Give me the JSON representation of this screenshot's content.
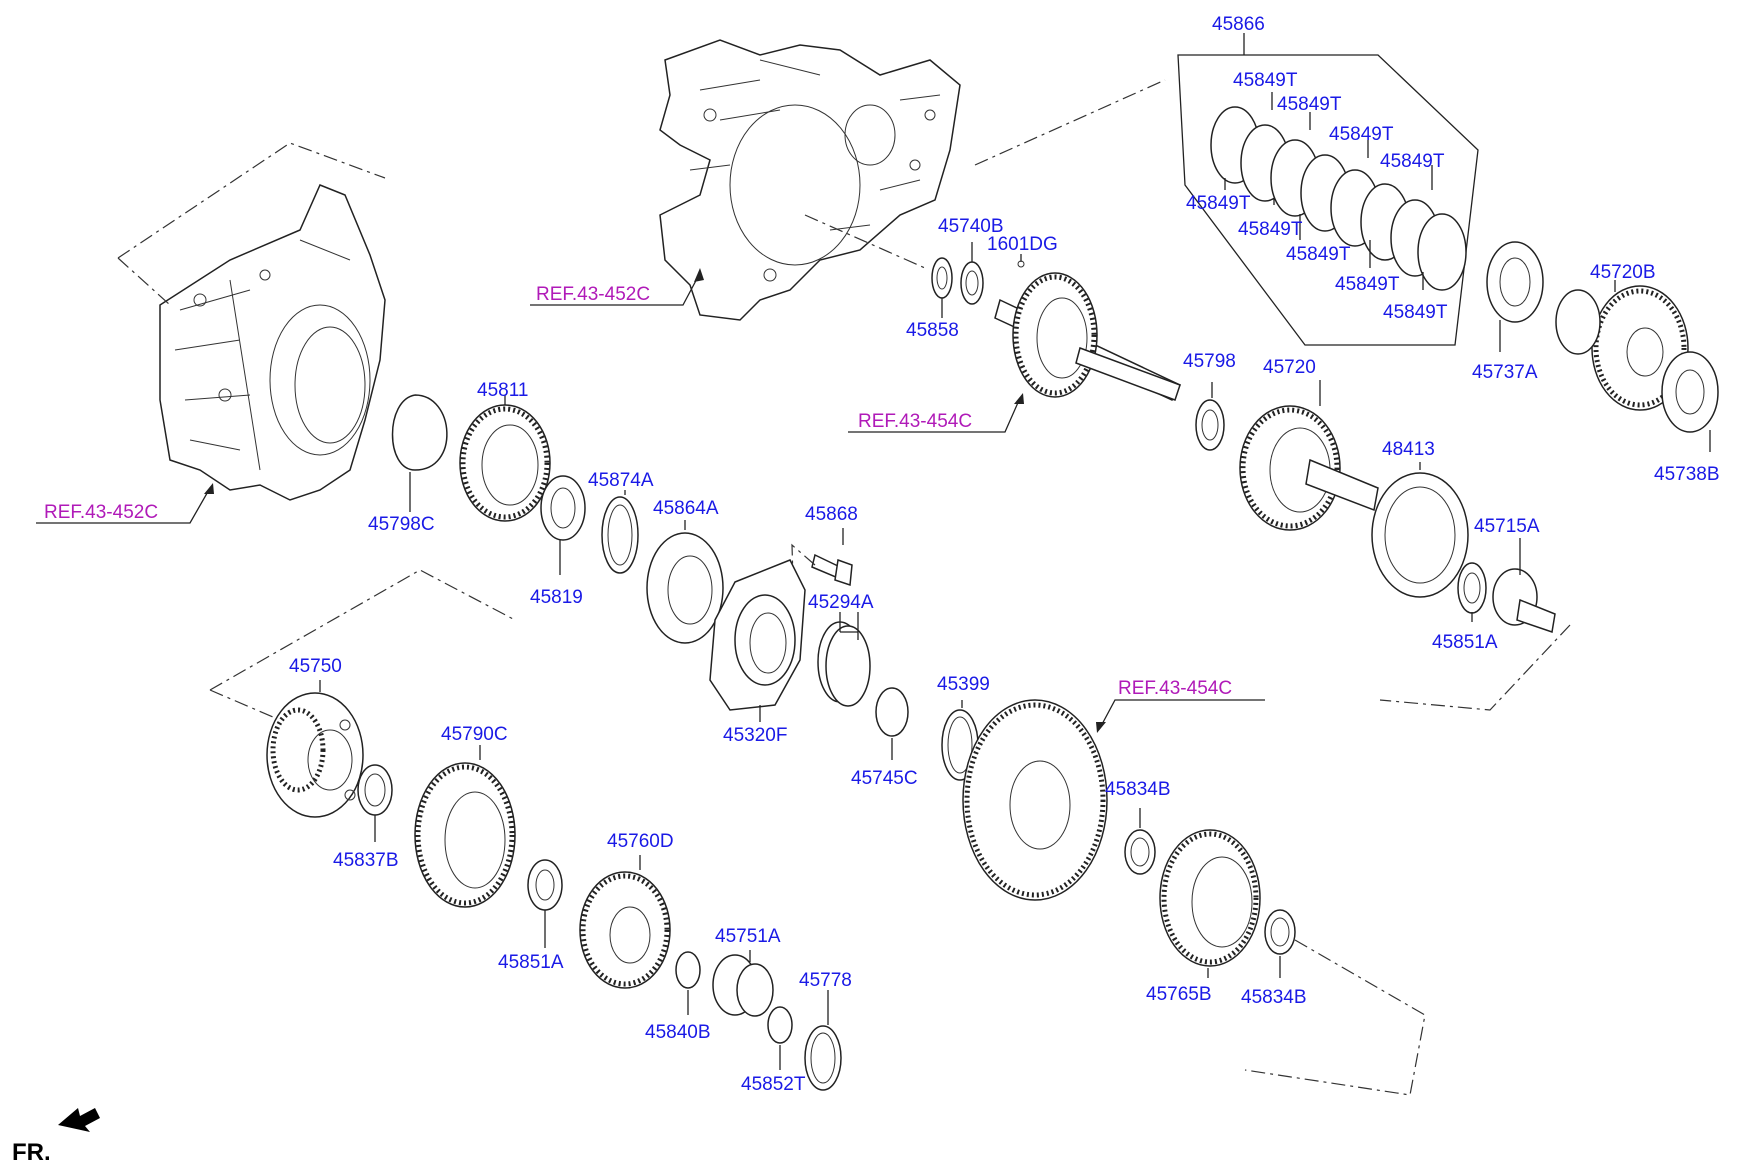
{
  "diagram": {
    "colors": {
      "part_label": "#1a1ae6",
      "ref_label": "#b01ab8",
      "line": "#222222"
    },
    "front_marker": {
      "label": "FR."
    },
    "refs": [
      {
        "id": "ref-452c-top",
        "label": "REF.43-452C"
      },
      {
        "id": "ref-454c-shaft",
        "label": "REF.43-454C"
      },
      {
        "id": "ref-452c-left",
        "label": "REF.43-452C"
      },
      {
        "id": "ref-454c-gear",
        "label": "REF.43-454C"
      }
    ],
    "parts": [
      {
        "id": "p45866",
        "label": "45866"
      },
      {
        "id": "p45849t-1",
        "label": "45849T"
      },
      {
        "id": "p45849t-2",
        "label": "45849T"
      },
      {
        "id": "p45849t-3",
        "label": "45849T"
      },
      {
        "id": "p45849t-4",
        "label": "45849T"
      },
      {
        "id": "p45849t-5",
        "label": "45849T"
      },
      {
        "id": "p45849t-6",
        "label": "45849T"
      },
      {
        "id": "p45849t-7",
        "label": "45849T"
      },
      {
        "id": "p45849t-8",
        "label": "45849T"
      },
      {
        "id": "p45849t-9",
        "label": "45849T"
      },
      {
        "id": "p45740b",
        "label": "45740B"
      },
      {
        "id": "p1601dg",
        "label": "1601DG"
      },
      {
        "id": "p45858",
        "label": "45858"
      },
      {
        "id": "p45720b",
        "label": "45720B"
      },
      {
        "id": "p45737a",
        "label": "45737A"
      },
      {
        "id": "p45738b",
        "label": "45738B"
      },
      {
        "id": "p45798",
        "label": "45798"
      },
      {
        "id": "p45720",
        "label": "45720"
      },
      {
        "id": "p48413",
        "label": "48413"
      },
      {
        "id": "p45715a",
        "label": "45715A"
      },
      {
        "id": "p45851a-1",
        "label": "45851A"
      },
      {
        "id": "p45811",
        "label": "45811"
      },
      {
        "id": "p45798c",
        "label": "45798C"
      },
      {
        "id": "p45874a",
        "label": "45874A"
      },
      {
        "id": "p45819",
        "label": "45819"
      },
      {
        "id": "p45864a",
        "label": "45864A"
      },
      {
        "id": "p45868",
        "label": "45868"
      },
      {
        "id": "p45294a",
        "label": "45294A"
      },
      {
        "id": "p45320f",
        "label": "45320F"
      },
      {
        "id": "p45399",
        "label": "45399"
      },
      {
        "id": "p45745c",
        "label": "45745C"
      },
      {
        "id": "p45750",
        "label": "45750"
      },
      {
        "id": "p45790c",
        "label": "45790C"
      },
      {
        "id": "p45837b",
        "label": "45837B"
      },
      {
        "id": "p45760d",
        "label": "45760D"
      },
      {
        "id": "p45851a-2",
        "label": "45851A"
      },
      {
        "id": "p45751a",
        "label": "45751A"
      },
      {
        "id": "p45778",
        "label": "45778"
      },
      {
        "id": "p45840b",
        "label": "45840B"
      },
      {
        "id": "p45852t",
        "label": "45852T"
      },
      {
        "id": "p45834b-1",
        "label": "45834B"
      },
      {
        "id": "p45765b",
        "label": "45765B"
      },
      {
        "id": "p45834b-2",
        "label": "45834B"
      }
    ]
  }
}
